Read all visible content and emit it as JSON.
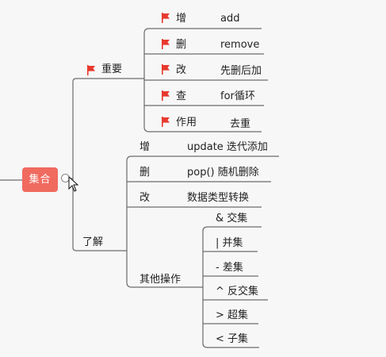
{
  "root": {
    "label": "集合"
  },
  "main": {
    "important": {
      "label": "重要",
      "items": [
        {
          "key": "增",
          "value": "add"
        },
        {
          "key": "删",
          "value": "remove"
        },
        {
          "key": "改",
          "value": "先删后加"
        },
        {
          "key": "查",
          "value": "for循环"
        },
        {
          "key": "作用",
          "value": "去重"
        }
      ]
    },
    "understand": {
      "label": "了解",
      "items": [
        {
          "key": "增",
          "value": "update 迭代添加"
        },
        {
          "key": "删",
          "value": "pop()  随机删除"
        },
        {
          "key": "改",
          "value": "数据类型转换"
        }
      ],
      "other": {
        "label": "其他操作",
        "items": [
          "& 交集",
          "| 并集",
          "- 差集",
          "^ 反交集",
          "> 超集",
          "< 子集"
        ]
      }
    }
  },
  "colors": {
    "line": "#6b6b6b",
    "flag": "#e8392e",
    "root": "#f06a5f"
  },
  "icons": {
    "flag": "flag-icon",
    "cursor": "mouse-cursor-icon"
  }
}
